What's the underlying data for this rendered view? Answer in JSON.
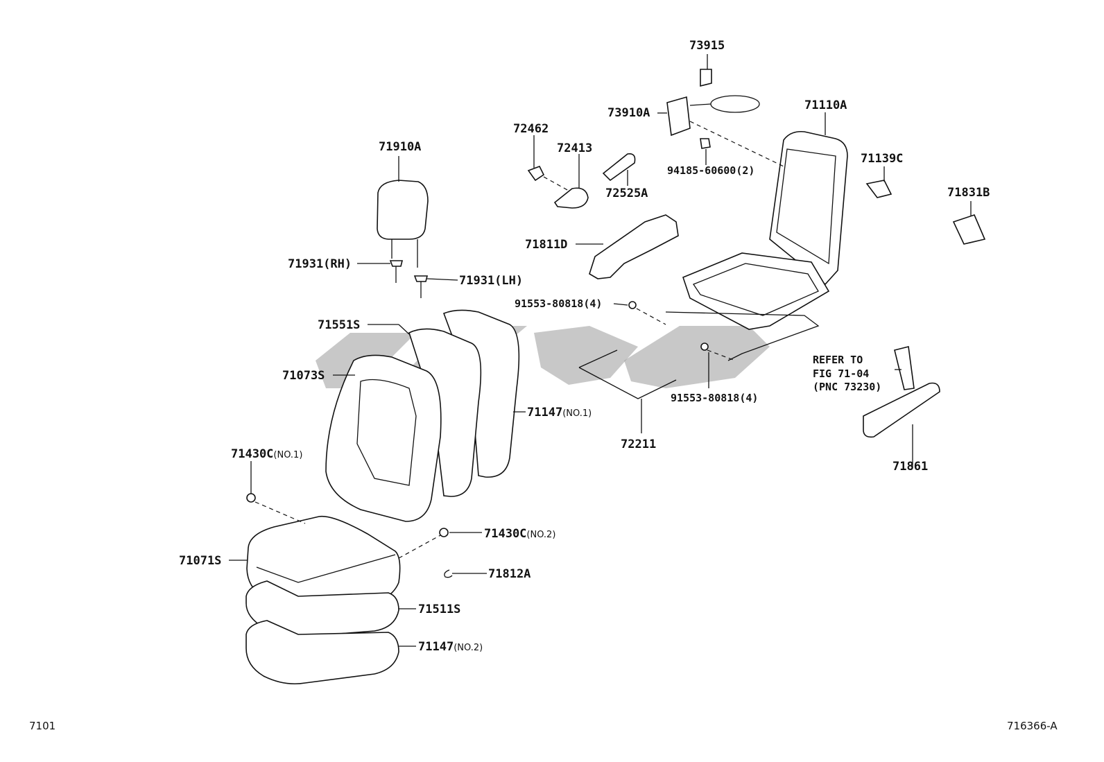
{
  "labels": {
    "p73915": "73915",
    "p73910a": "73910A",
    "p71110a": "71110A",
    "p72462": "72462",
    "p72413": "72413",
    "p72525a": "72525A",
    "p94185": "94185-60600(2)",
    "p71910a": "71910A",
    "p71139c": "71139C",
    "p71831b": "71831B",
    "p71811d": "71811D",
    "p71931rh": "71931(RH)",
    "p71931lh": "71931(LH)",
    "p91553a": "91553-80818(4)",
    "p71551s": "71551S",
    "p71073s": "71073S",
    "p71147n1": "71147",
    "p71147n1_sfx": "(NO.1)",
    "p91553b": "91553-80818(4)",
    "p72211": "72211",
    "p71861": "71861",
    "p71430c1": "71430C",
    "p71430c1_sfx": "(NO.1)",
    "p71430c2": "71430C",
    "p71430c2_sfx": "(NO.2)",
    "p71071s": "71071S",
    "p71812a": "71812A",
    "p71511s": "71511S",
    "p71147n2": "71147",
    "p71147n2_sfx": "(NO.2)"
  },
  "note": {
    "line1": "REFER TO",
    "line2": "FIG 71-04",
    "line3": "(PNC 73230)"
  },
  "footer": {
    "left": "7101",
    "right": "716366-A"
  }
}
